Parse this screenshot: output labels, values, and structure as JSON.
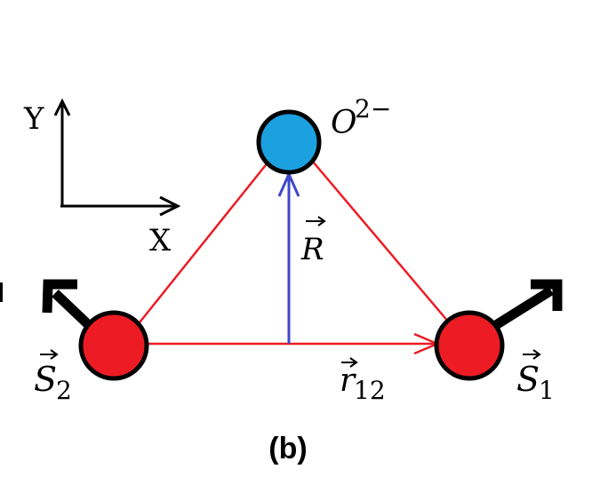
{
  "panel_label": "(b)",
  "axes": {
    "x_label": "X",
    "y_label": "Y"
  },
  "oxygen": {
    "symbol": "O",
    "charge": "2−",
    "color": "#1ba0e0"
  },
  "spin_left": {
    "base": "S",
    "subscript": "2",
    "color": "#ed1c24"
  },
  "spin_right": {
    "base": "S",
    "subscript": "1",
    "color": "#ed1c24"
  },
  "vector_R": {
    "symbol": "R",
    "color": "#3f48cc"
  },
  "vector_r12": {
    "symbol": "r",
    "subscript": "12",
    "color": "#ed1c24"
  },
  "colors": {
    "bond": "#ed1c24",
    "outline": "#000000",
    "spin_arrow": "#000000"
  }
}
